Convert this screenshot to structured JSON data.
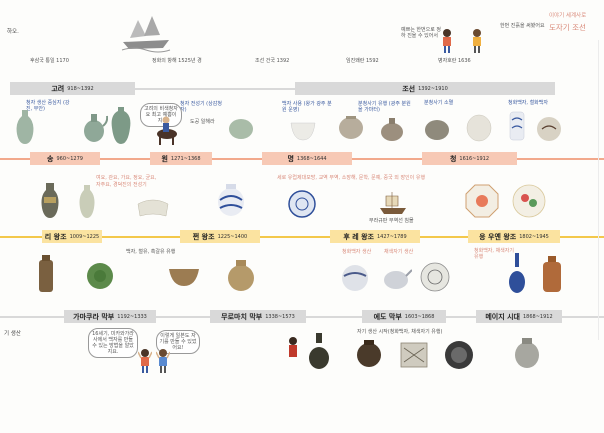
{
  "header": {
    "left_text": "하오.",
    "note_right_a": "예쁘는 한번으로 정하 진을 수 있어서",
    "note_right_b": "한번 진흙을 써봤어요",
    "brand_line1": "이야기 세계사로",
    "brand_line2": "도자기 조선"
  },
  "top_events": [
    {
      "label": "후삼국 통일 1170"
    },
    {
      "label": "정화의 항해 1525년 경"
    },
    {
      "label": "조선 건국 1392"
    },
    {
      "label": "임진왜란 1592"
    },
    {
      "label": "병자호란 1636"
    }
  ],
  "band_korea": {
    "goryeo": {
      "name": "고려",
      "dates": "918~1392"
    },
    "joseon": {
      "name": "조선",
      "dates": "1392~1910"
    },
    "notes": [
      {
        "text": "청자 생산 중심지 (강진, 부안)"
      },
      {
        "text": "청자 전성기 (상감청자)"
      },
      {
        "text": "백자 사용 (왕가 광주 분원 운영)"
      },
      {
        "text": "분청사기 유행 (광주 분원을 가마터)"
      },
      {
        "text": "분청사기 소멸"
      },
      {
        "text": "청화백자, 철화백자"
      }
    ],
    "bubble": "고려의 비색청자요 최고 예쁨이지!",
    "bubble_small": "도공 일해라"
  },
  "band_china": {
    "song": {
      "name": "송",
      "dates": "960~1279"
    },
    "yuan": {
      "name": "원",
      "dates": "1271~1368"
    },
    "ming": {
      "name": "명",
      "dates": "1368~1644"
    },
    "qing": {
      "name": "청",
      "dates": "1616~1912"
    },
    "notes": [
      {
        "text": "여요, 관요, 가요, 정요, 균요,"
      },
      {
        "text": "자주요, 경덕진의 전성기"
      },
      {
        "text": "세로 유럽제대모방, 교역 무역, 소장해, 문학, 문예, 중국 외 장인이 유행"
      },
      {
        "text": "무라규판 무역선 침몰"
      }
    ]
  },
  "band_vietnam": {
    "ly": {
      "name": "리 왕조",
      "dates": "1009~1225"
    },
    "tran": {
      "name": "쩐 왕조",
      "dates": "1225~1400"
    },
    "later_le": {
      "name": "후 레 왕조",
      "dates": "1427~1789"
    },
    "nguyen": {
      "name": "응 우옌 왕조",
      "dates": "1802~1945"
    },
    "notes": [
      {
        "text": "백자, 철유, 흑갈유 유행"
      },
      {
        "text": "청화백자 생산"
      },
      {
        "text": "채색자기 생산"
      },
      {
        "text": "청화백자, 채색자기 유행"
      }
    ]
  },
  "band_japan": {
    "kamakura": {
      "name": "가마쿠라 막부",
      "dates": "1192~1333"
    },
    "muromachi": {
      "name": "무로마치 막부",
      "dates": "1338~1573"
    },
    "edo": {
      "name": "에도 막부",
      "dates": "1603~1868"
    },
    "meiji": {
      "name": "메이지 시대",
      "dates": "1868~1912"
    },
    "left_label": "기 생산",
    "note": "자기 생산 시작(청화백자, 채색자기 유행)",
    "bubble_a": "16세기, 미카와가라사에서 백자를 만들 수 있는 방법을 알았지요.",
    "bubble_b": "이렇게 일본도 자기를 만들 수 있었어요!"
  },
  "colors": {
    "korea_bar": "#d9d9d9",
    "china_bar": "#f7c9b5",
    "china_line": "#f2a98c",
    "vietnam_bar": "#fbe3a0",
    "vietnam_line": "#f3c84b",
    "japan_bar": "#d9d9d9"
  }
}
